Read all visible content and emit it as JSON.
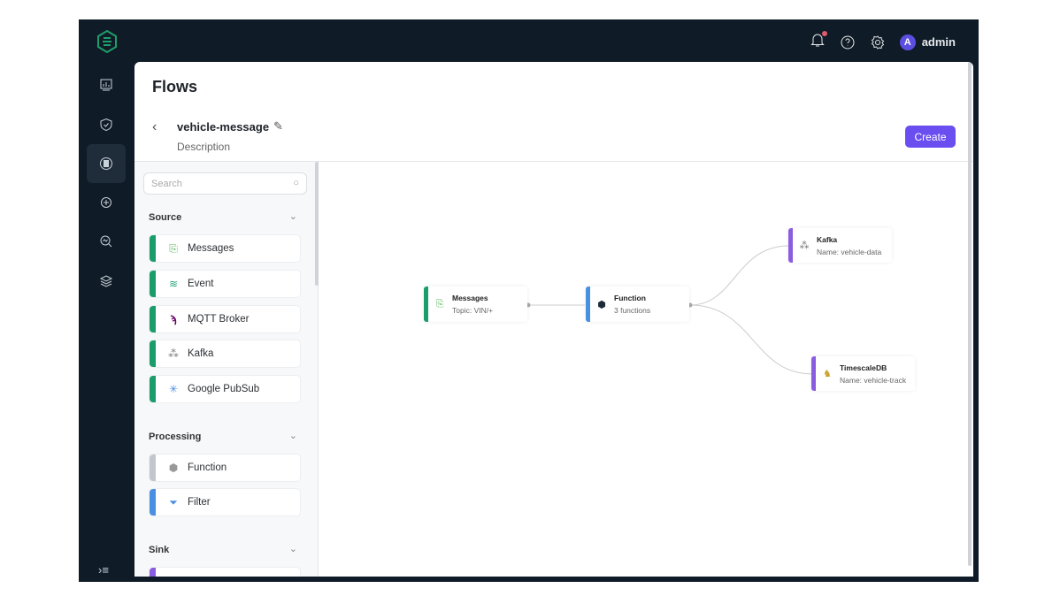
{
  "app": {
    "user": "admin",
    "avatar_letter": "A",
    "notification": true,
    "accent": "#6a4ef0"
  },
  "sidebar": {
    "items": [
      "dashboard-icon",
      "shield-icon",
      "flows-icon",
      "rules-icon",
      "monitor-icon",
      "layers-icon"
    ],
    "active": 2
  },
  "header": {
    "title": "Flows",
    "flow_name": "vehicle-message",
    "description": "Description",
    "create_label": "Create"
  },
  "palette": {
    "search_placeholder": "Search",
    "categories": [
      {
        "label": "Source",
        "items": [
          {
            "label": "Messages",
            "color": "#1a9d6b"
          },
          {
            "label": "Event",
            "color": "#1a9d6b"
          },
          {
            "label": "MQTT Broker",
            "color": "#1a9d6b"
          },
          {
            "label": "Kafka",
            "color": "#1a9d6b"
          },
          {
            "label": "Google PubSub",
            "color": "#1a9d6b"
          }
        ]
      },
      {
        "label": "Processing",
        "items": [
          {
            "label": "Function",
            "color": "#c3c7cd"
          },
          {
            "label": "Filter",
            "color": "#4a90e2"
          }
        ]
      },
      {
        "label": "Sink",
        "items": []
      }
    ]
  },
  "canvas": {
    "nodes": [
      {
        "title": "Messages",
        "subtitle": "Topic: VIN/+",
        "color": "#1a9d6b"
      },
      {
        "title": "Function",
        "subtitle": "3 functions",
        "color": "#4a90e2"
      },
      {
        "title": "Kafka",
        "subtitle": "Name: vehicle-data",
        "color": "#8a5de0"
      },
      {
        "title": "TimescaleDB",
        "subtitle": "Name: vehicle-track",
        "color": "#8a5de0"
      }
    ]
  }
}
